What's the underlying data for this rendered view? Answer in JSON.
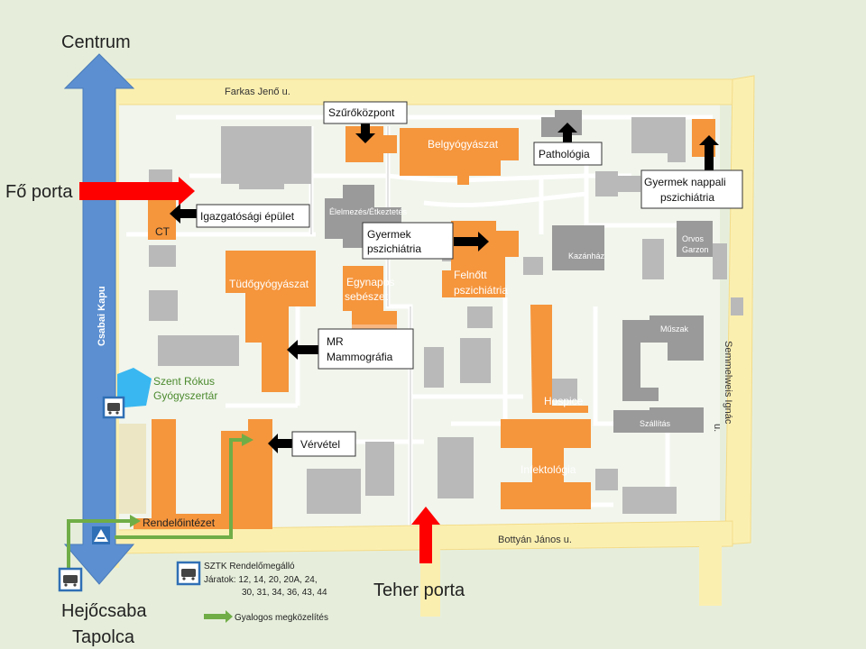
{
  "directions": {
    "north": "Centrum",
    "south_line1": "Hejőcsaba",
    "south_line2": "Tapolca"
  },
  "gates": {
    "main": "Fő porta",
    "freight": "Teher porta"
  },
  "streets": {
    "north": "Farkas Jenő u.",
    "south": "Bottyán János u.",
    "east_line1": "Semmelweis Ignác",
    "east_line2": "u.",
    "west": "Csabai Kapu"
  },
  "buildings": {
    "belgyogyaszat": "Belgyógyászat",
    "ct": "CT",
    "tudogyogyaszat": "Tüdőgyógyászat",
    "egynapos_line1": "Egynapos",
    "egynapos_line2": "sebészet",
    "felnott_line1": "Felnőtt",
    "felnott_line2": "pszichiátria",
    "hospice": "Hospice",
    "infektologia": "Infektológia",
    "rendelointezet": "Rendelőintézet",
    "elelmezes": "Élelmezés/Étkeztetés",
    "kazanhaz": "Kazánház",
    "orvos_garzon_line1": "Orvos",
    "orvos_garzon_line2": "Garzon",
    "muszak": "Műszak",
    "szallitas": "Szállítás",
    "pharmacy_line1": "Szent Rókus",
    "pharmacy_line2": "Gyógyszertár"
  },
  "callouts": {
    "szurokozpont": "Szűrőközpont",
    "pathologia": "Pathológia",
    "gyermek_nappali_line1": "Gyermek nappali",
    "gyermek_nappali_line2": "pszichiátria",
    "igazgatosagi": "Igazgatósági épület",
    "gyermek_psz_line1": "Gyermek",
    "gyermek_psz_line2": "pszichiátria",
    "mr_line1": "MR",
    "mr_line2": "Mammográfia",
    "vervetel": "Vérvétel"
  },
  "legend": {
    "stop_title": "SZTK Rendelőmegálló",
    "routes_line1": "Járatok: 12, 14, 20, 20A, 24,",
    "routes_line2": "30, 31, 34, 36, 43, 44",
    "walk": "Gyalogos megközelítés"
  },
  "colors": {
    "background": "#e6eedb",
    "road": "#fbefb0",
    "road_edge": "#f3dc8a",
    "building_orange": "#f5953c",
    "building_gray": "#b9b9b9",
    "building_dark_gray": "#9a9a9a",
    "main_road_blue": "#5b8fd1",
    "gate_arrow_red": "#ff0000",
    "walk_green": "#70ad47",
    "pharmacy_blue": "#39b7f0",
    "bus_icon_blue": "#2f6fb5"
  },
  "icons": [
    "bus-stop-icon",
    "crosswalk-icon",
    "arrow-icon"
  ]
}
